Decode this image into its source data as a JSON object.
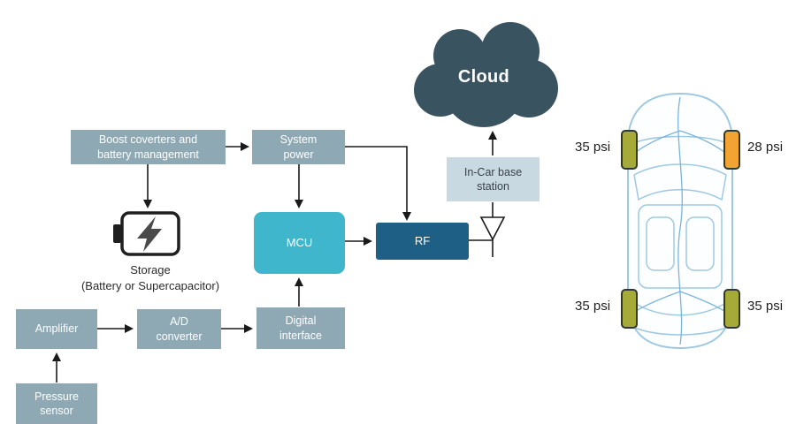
{
  "colors": {
    "node_fill": "#8EA9B4",
    "mcu_fill": "#3FB6CB",
    "rf_fill": "#1E5F85",
    "station_fill": "#C9D9E2",
    "cloud_fill": "#3A5361",
    "tire_ok": "#A6AA39",
    "tire_low_alert": "#F2A331",
    "car_outline": "#9FC8E2"
  },
  "diagram": {
    "cloud": {
      "label": "Cloud"
    },
    "boxes": {
      "boost": {
        "line1": "Boost coverters and",
        "line2": "battery management"
      },
      "system_power": {
        "line1": "System",
        "line2": "power"
      },
      "mcu": {
        "label": "MCU"
      },
      "rf": {
        "label": "RF"
      },
      "base_station": {
        "line1": "In-Car base",
        "line2": "station"
      },
      "amplifier": {
        "label": "Amplifier"
      },
      "ad_converter": {
        "line1": "A/D",
        "line2": "converter"
      },
      "digital_interface": {
        "line1": "Digital",
        "line2": "interface"
      },
      "pressure_sensor": {
        "line1": "Pressure",
        "line2": "sensor"
      }
    },
    "storage": {
      "line1": "Storage",
      "line2": "(Battery or Supercapacitor)"
    }
  },
  "car": {
    "tires": [
      {
        "position": "front-left",
        "pressure": "35 psi",
        "status": "ok"
      },
      {
        "position": "front-right",
        "pressure": "28 psi",
        "status": "low"
      },
      {
        "position": "rear-left",
        "pressure": "35 psi",
        "status": "ok"
      },
      {
        "position": "rear-right",
        "pressure": "35 psi",
        "status": "ok"
      }
    ]
  }
}
